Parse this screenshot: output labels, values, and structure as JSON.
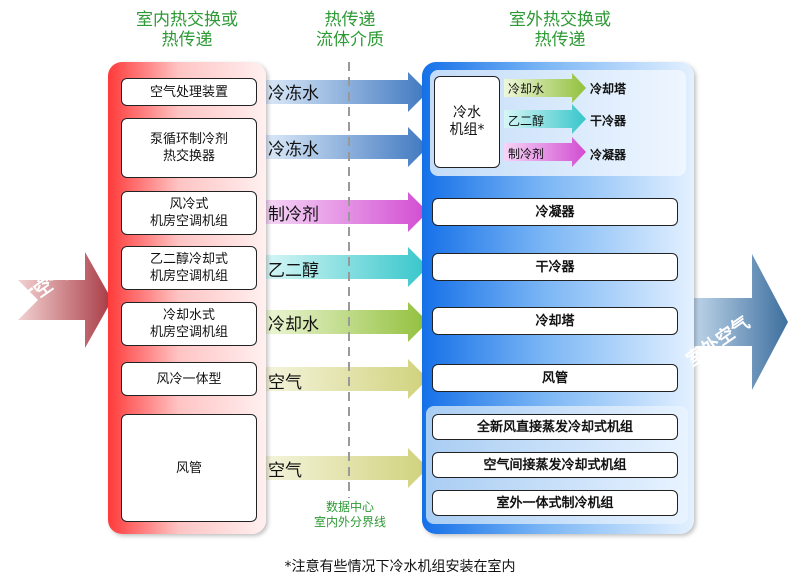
{
  "headers": {
    "indoor": [
      "室内热交换或",
      "热传递"
    ],
    "medium": [
      "热传递",
      "流体介质"
    ],
    "outdoor": [
      "室外热交换或",
      "热传递"
    ]
  },
  "it_air": "IT空气",
  "outdoor_air": "室外空气",
  "indoor_units": [
    [
      "空气处理装置"
    ],
    [
      "泵循环制冷剂",
      "热交换器"
    ],
    [
      "风冷式",
      "机房空调机组"
    ],
    [
      "乙二醇冷却式",
      "机房空调机组"
    ],
    [
      "冷却水式",
      "机房空调机组"
    ],
    [
      "风冷一体型"
    ],
    [
      "风管"
    ]
  ],
  "media": [
    "冷冻水",
    "冷冻水",
    "制冷剂",
    "乙二醇",
    "冷却水",
    "空气",
    "空气"
  ],
  "chiller": {
    "label": [
      "冷水",
      "机组*"
    ],
    "media": [
      "冷却水",
      "乙二醇",
      "制冷剂"
    ],
    "targets": [
      "冷却塔",
      "干冷器",
      "冷凝器"
    ]
  },
  "outdoor_units": [
    "冷凝器",
    "干冷器",
    "冷却塔",
    "风管",
    "全新风直接蒸发冷却式机组",
    "空气间接蒸发冷却式机组",
    "室外一体式制冷机组"
  ],
  "boundary_label": [
    "数据中心",
    "室内外分界线"
  ],
  "footnote": "*注意有些情况下冷水机组安装在室内",
  "colors": {
    "header_green": "#2e9a35",
    "chilled_water": "#4f86c8",
    "refrigerant": "#d85ad8",
    "glycol": "#3fcfd2",
    "cooling_water": "#9fc848",
    "air": "#d8d98c",
    "indoor_panel": "#ff3a3a",
    "outdoor_panel": "#1570e8"
  }
}
